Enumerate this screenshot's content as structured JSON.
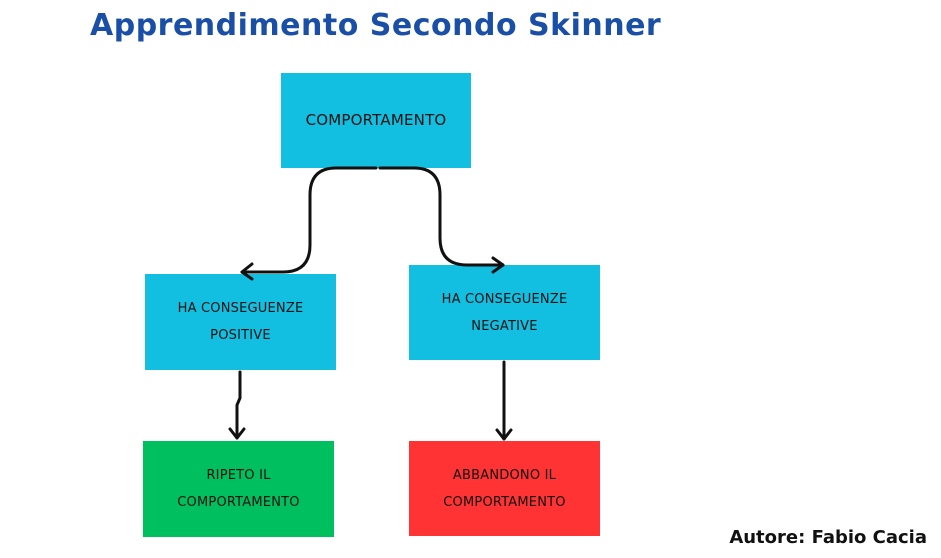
{
  "title": "Apprendimento Secondo Skinner",
  "nodes": {
    "root": {
      "line1": "COMPORTAMENTO",
      "color": "#12bfe0"
    },
    "positive": {
      "line1": "HA CONSEGUENZE",
      "line2": "POSITIVE",
      "color": "#12bfe0"
    },
    "negative": {
      "line1": "HA CONSEGUENZE",
      "line2": "NEGATIVE",
      "color": "#12bfe0"
    },
    "repeat": {
      "line1": "RIPETO IL",
      "line2": "COMPORTAMENTO",
      "color": "#00bf5f"
    },
    "abandon": {
      "line1": "ABBANDONO IL",
      "line2": "COMPORTAMENTO",
      "color": "#ff3333"
    }
  },
  "author": "Autore: Fabio Cacia"
}
